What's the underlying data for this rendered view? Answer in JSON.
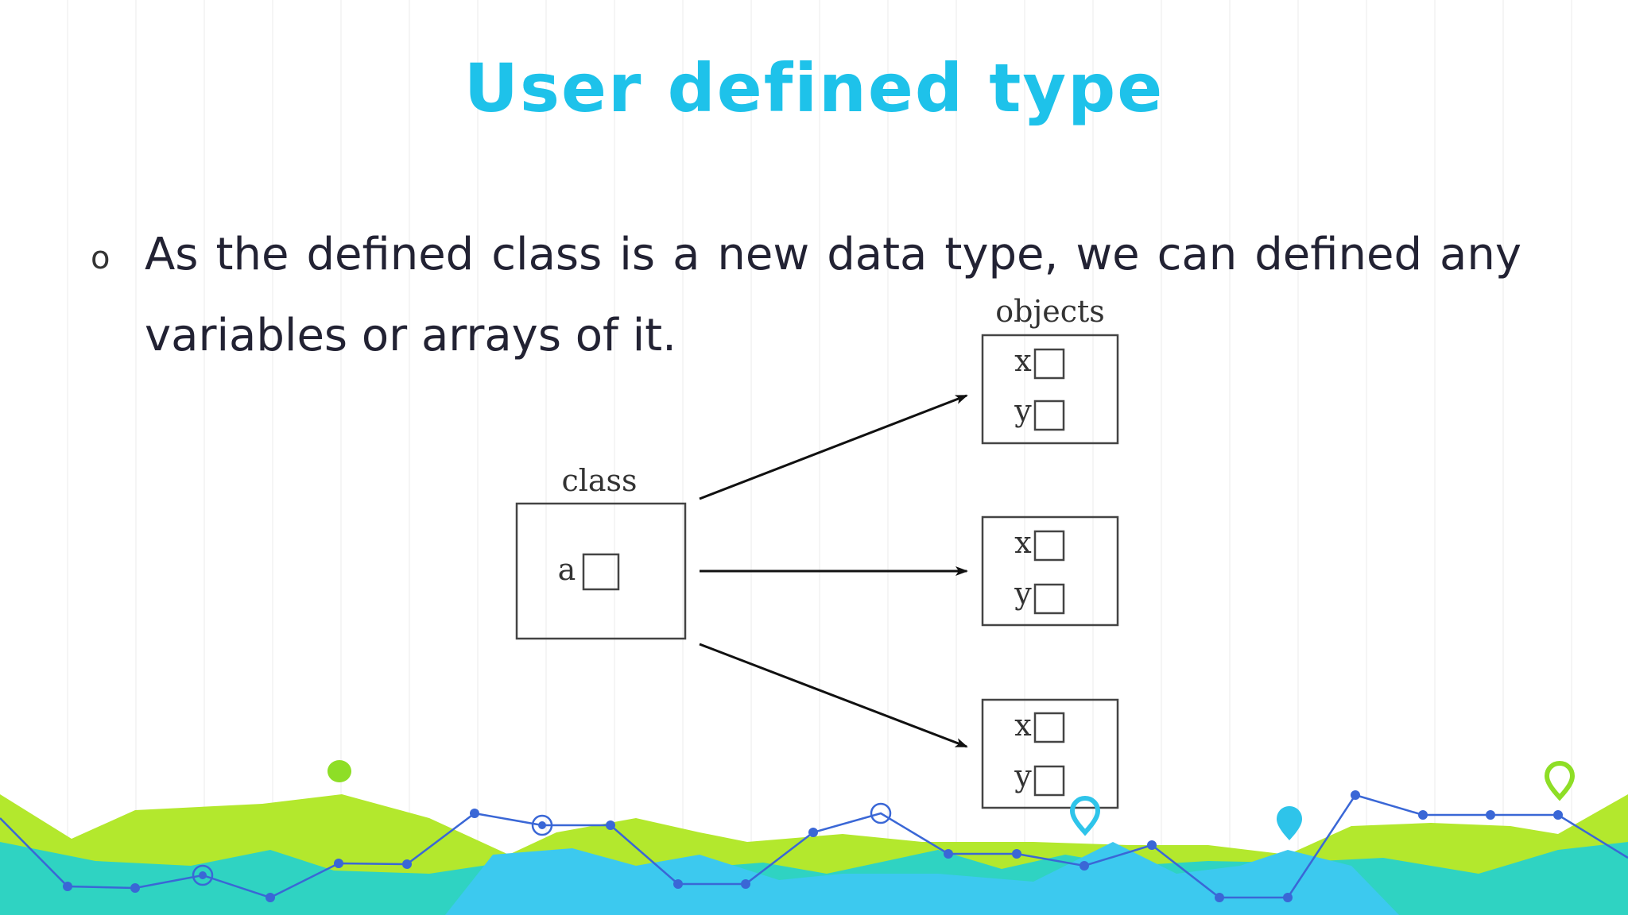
{
  "slide": {
    "title": "User defined type",
    "bullet_marker": "o",
    "bullet_line1": "As the defined class is a new data type, we can defined any",
    "bullet_line2": "variables or arrays of it."
  },
  "diagram": {
    "class_label": "class",
    "class_field": "a",
    "objects_label": "objects",
    "objects": [
      {
        "field1": "x",
        "field2": "y"
      },
      {
        "field1": "x",
        "field2": "y"
      },
      {
        "field1": "x",
        "field2": "y"
      }
    ]
  },
  "colors": {
    "title": "#1ec2ea",
    "lime": "#b3e82d",
    "teal": "#2fd3c2",
    "cyan": "#3cc9ef",
    "line_blue": "#3a67d6"
  }
}
